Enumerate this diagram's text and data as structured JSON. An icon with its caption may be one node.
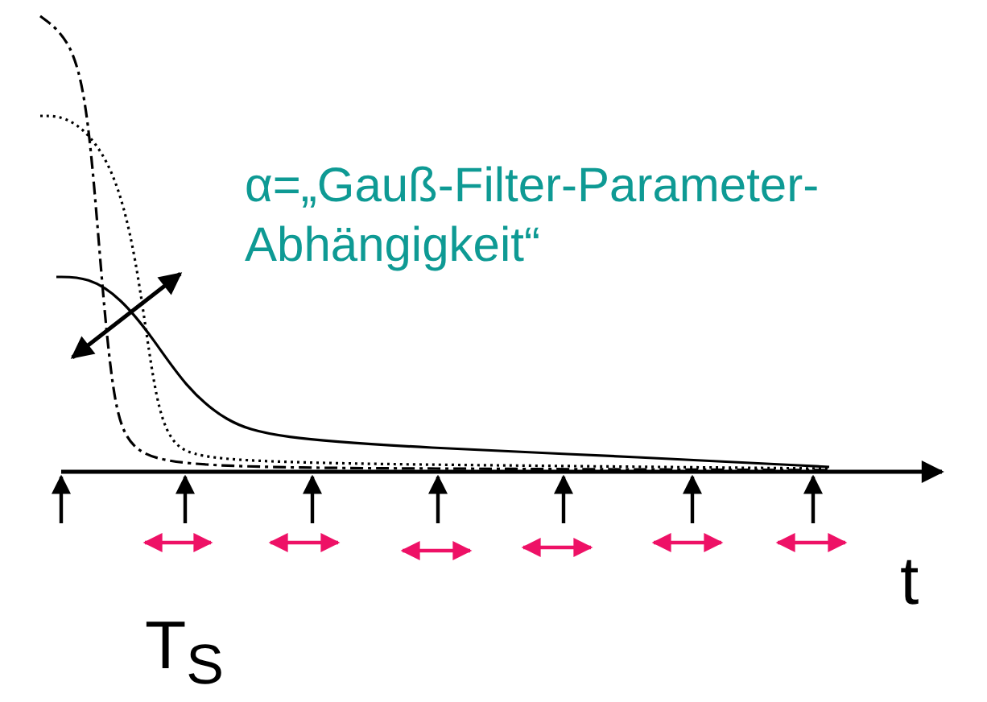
{
  "diagram": {
    "labels": [
      "α=„Gauß-Filter-Parameter-Abhängigkeit“",
      "t",
      "T$_{S}$"
    ]
  }
}
